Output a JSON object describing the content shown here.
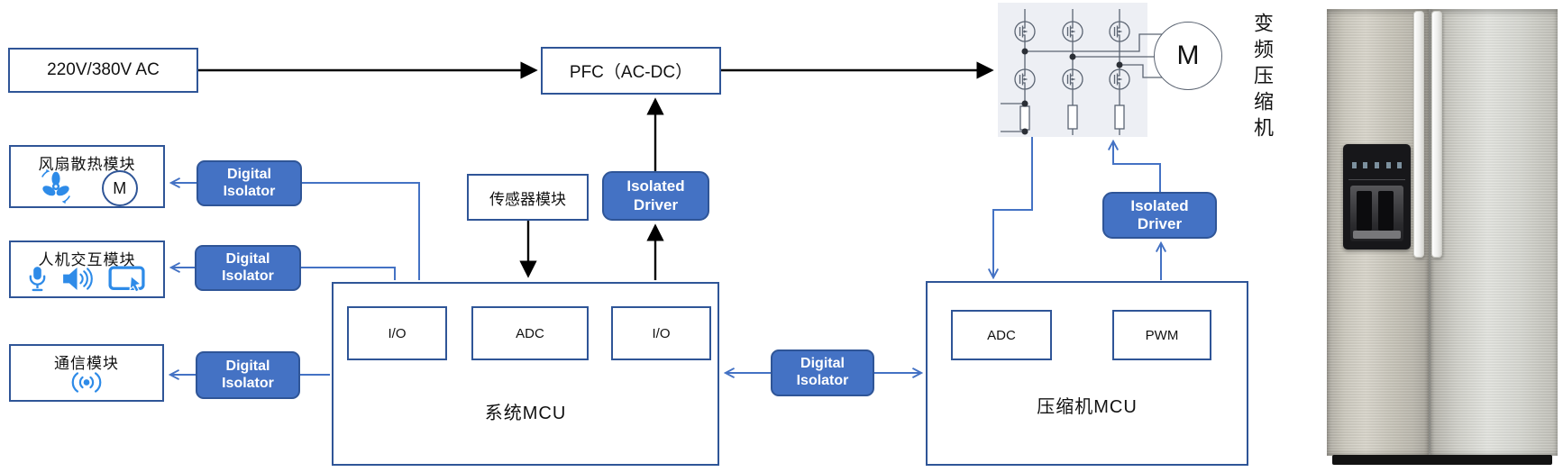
{
  "blocks": {
    "ac_input": "220V/380V AC",
    "pfc": "PFC（AC-DC）",
    "fan_module": "风扇散热模块",
    "fan_motor": "M",
    "hmi_module": "人机交互模块",
    "comm_module": "通信模块",
    "sensor_module": "传感器模块",
    "digital_isolator": "Digital Isolator",
    "isolated_driver": "Isolated Driver",
    "system_mcu": "系统MCU",
    "compressor_mcu": "压缩机MCU",
    "io": "I/O",
    "adc": "ADC",
    "pwm": "PWM",
    "inverter_motor": "M",
    "inverter_caption": "变频压缩机"
  },
  "colors": {
    "border_blue": "#2F5597",
    "isolator_fill": "#4472C4",
    "line_blue": "#4472C4",
    "line_black": "#000000",
    "icon_blue": "#2E8BE8",
    "inverter_bg": "#EDEFF4",
    "circuit_gray": "#5B6472"
  },
  "icons": {
    "fan": "fan-icon",
    "motor": "motor-circle",
    "microphone": "microphone-icon",
    "speaker": "speaker-icon",
    "touchscreen": "touchscreen-icon",
    "antenna": "antenna-icon",
    "mosfet": "mosfet-symbol",
    "resistor": "resistor-symbol"
  }
}
